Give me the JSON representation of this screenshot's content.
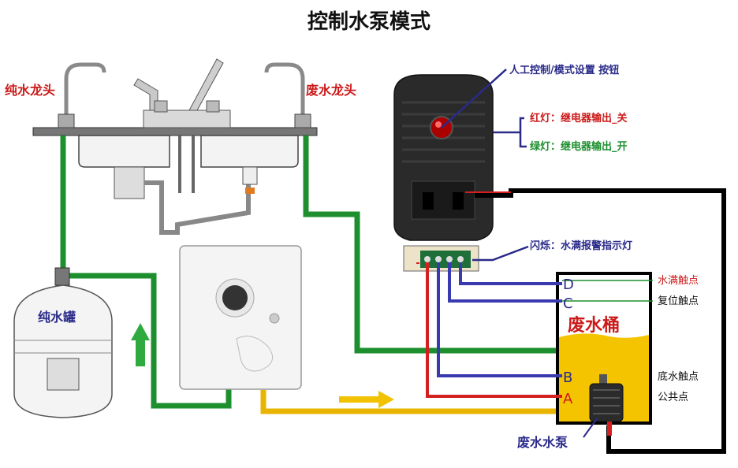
{
  "title": "控制水泵模式",
  "labels": {
    "pure_faucet": "纯水龙头",
    "waste_faucet": "废水龙头",
    "pure_tank": "纯水罐",
    "waste_bucket": "废水桶",
    "waste_pump": "废水水泵",
    "button_note": "人工控制/模式设置 按钮",
    "red_light": "红灯：继电器输出_关",
    "green_light": "绿灯：继电器输出_开",
    "flash_note": "闪烁：水满报警指示灯",
    "full_contact": "水满触点",
    "reset_contact": "复位触点",
    "bottom_contact": "底水触点",
    "common_point": "公共点",
    "letter_d": "D",
    "letter_c": "C",
    "letter_b": "B",
    "letter_a": "A"
  },
  "colors": {
    "pipe_green": "#1e8f2e",
    "wire_red": "#d42020",
    "wire_blue": "#3a3ab0",
    "pipe_yellow": "#e8b400",
    "bucket_water": "#f5c400",
    "red_text": "#cc1a1a",
    "green_text": "#1e8f2e",
    "blue_text": "#2a2a8a"
  }
}
